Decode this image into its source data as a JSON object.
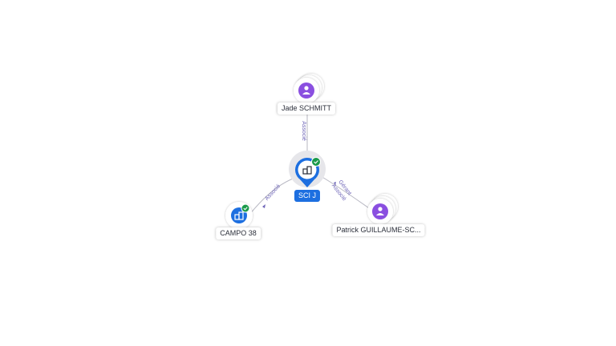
{
  "nodes": {
    "center": {
      "label": "SCI J"
    },
    "top": {
      "label": "Jade SCHMITT"
    },
    "left": {
      "label": "CAMPO 38"
    },
    "right": {
      "label": "Patrick GUILLAUME-SC..."
    }
  },
  "edges": {
    "top": {
      "label": "Associé"
    },
    "left": {
      "label": "Associé"
    },
    "right_1": {
      "label": "Gérant"
    },
    "right_2": {
      "label": "Associé"
    }
  },
  "colors": {
    "company": "#1d6fe0",
    "person": "#8a4fe0",
    "verified": "#1a9a4a",
    "edge": "#b7b7c2",
    "edge_label": "#6f66b8"
  },
  "icons": {
    "company": "building-icon",
    "person": "person-icon",
    "verified": "check-badge-icon"
  }
}
